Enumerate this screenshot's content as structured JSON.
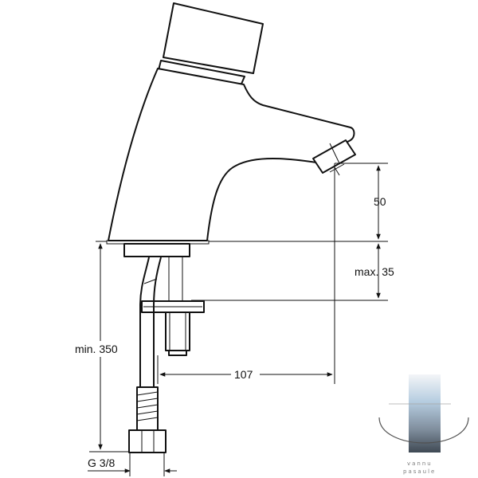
{
  "dimensions": {
    "outlet_height": "50",
    "max_deck_thickness": "max. 35",
    "spout_reach": "107",
    "min_hose_length": "min. 350",
    "connection_thread": "G 3/8"
  },
  "watermark": {
    "line1": "vannu",
    "line2": "pasaule"
  }
}
